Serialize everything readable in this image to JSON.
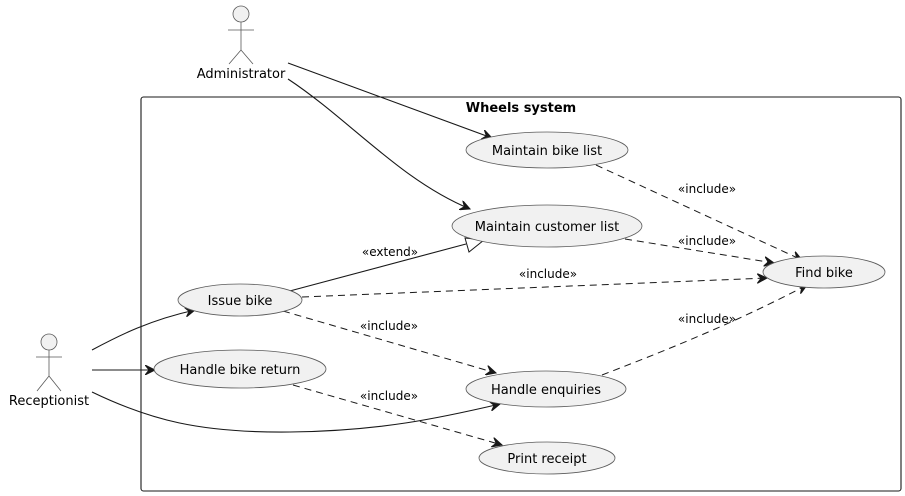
{
  "diagram": {
    "type": "use-case",
    "system": {
      "title": "Wheels system"
    },
    "actors": [
      {
        "id": "administrator",
        "label": "Administrator"
      },
      {
        "id": "receptionist",
        "label": "Receptionist"
      }
    ],
    "use_cases": [
      {
        "id": "maintain_bike_list",
        "label": "Maintain bike list"
      },
      {
        "id": "maintain_customer_list",
        "label": "Maintain customer list"
      },
      {
        "id": "find_bike",
        "label": "Find bike"
      },
      {
        "id": "issue_bike",
        "label": "Issue bike"
      },
      {
        "id": "handle_bike_return",
        "label": "Handle bike return"
      },
      {
        "id": "handle_enquiries",
        "label": "Handle enquiries"
      },
      {
        "id": "print_receipt",
        "label": "Print receipt"
      }
    ],
    "relationships": [
      {
        "from": "administrator",
        "to": "maintain_bike_list",
        "kind": "association",
        "label": ""
      },
      {
        "from": "administrator",
        "to": "maintain_customer_list",
        "kind": "association",
        "label": ""
      },
      {
        "from": "receptionist",
        "to": "issue_bike",
        "kind": "association",
        "label": ""
      },
      {
        "from": "receptionist",
        "to": "handle_bike_return",
        "kind": "association",
        "label": ""
      },
      {
        "from": "receptionist",
        "to": "handle_enquiries",
        "kind": "association",
        "label": ""
      },
      {
        "from": "issue_bike",
        "to": "maintain_customer_list",
        "kind": "extend",
        "label": "«extend»"
      },
      {
        "from": "maintain_bike_list",
        "to": "find_bike",
        "kind": "include",
        "label": "«include»"
      },
      {
        "from": "maintain_customer_list",
        "to": "find_bike",
        "kind": "include",
        "label": "«include»"
      },
      {
        "from": "issue_bike",
        "to": "find_bike",
        "kind": "include",
        "label": "«include»"
      },
      {
        "from": "issue_bike",
        "to": "handle_enquiries",
        "kind": "include",
        "label": "«include»"
      },
      {
        "from": "handle_enquiries",
        "to": "find_bike",
        "kind": "include",
        "label": "«include»"
      },
      {
        "from": "handle_bike_return",
        "to": "print_receipt",
        "kind": "include",
        "label": "«include»"
      }
    ]
  }
}
